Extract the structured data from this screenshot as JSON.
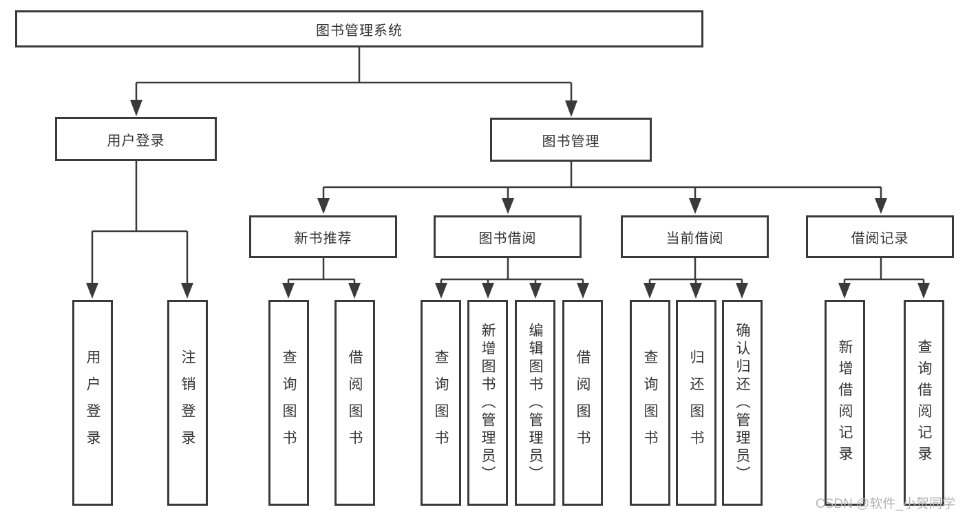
{
  "diagram": {
    "root": "图书管理系统",
    "branches": [
      {
        "label": "用户登录",
        "children": [
          "用户登录",
          "注销登录"
        ]
      },
      {
        "label": "图书管理",
        "children": [
          {
            "label": "新书推荐",
            "children": [
              "查询图书",
              "借阅图书"
            ]
          },
          {
            "label": "图书借阅",
            "children": [
              "查询图书",
              "新增图书（管理员）",
              "编辑图书（管理员）",
              "借阅图书"
            ]
          },
          {
            "label": "当前借阅",
            "children": [
              "查询图书",
              "归还图书",
              "确认归还（管理员）"
            ]
          },
          {
            "label": "借阅记录",
            "children": [
              "新增借阅记录",
              "查询借阅记录"
            ]
          }
        ]
      }
    ]
  },
  "colors": {
    "line": "#3a3a3a",
    "box_border": "#3a3a3a",
    "text": "#333333",
    "watermark": "#b3b3b3",
    "background": "#ffffff"
  },
  "watermark": "CSDN @软件_小贺同学"
}
